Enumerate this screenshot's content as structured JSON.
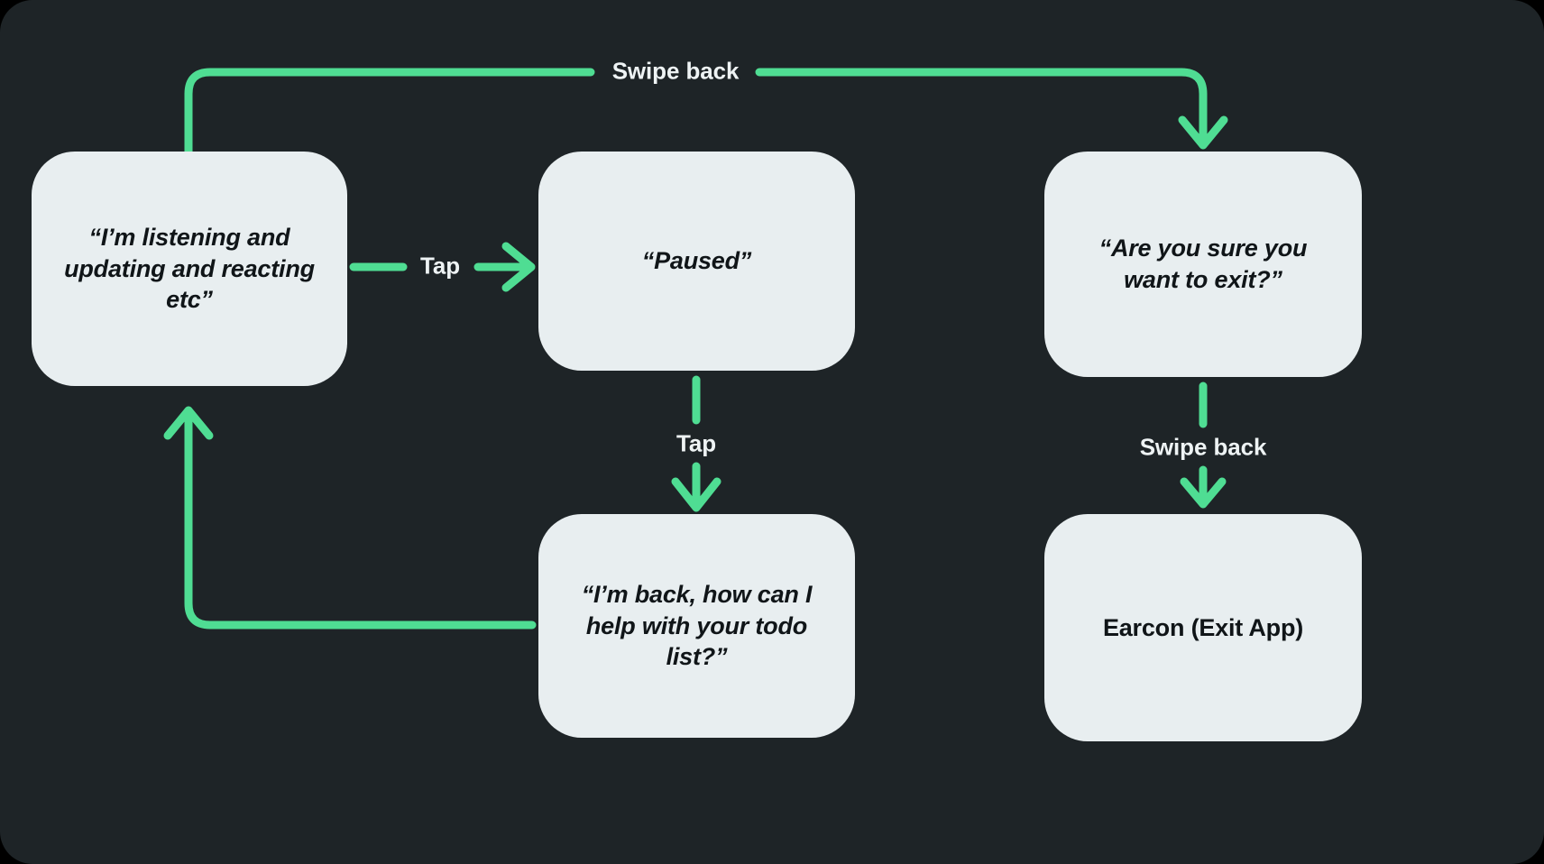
{
  "theme": {
    "canvas_background": "#1e2427",
    "node_fill": "#e8eef0",
    "node_text": "#101518",
    "edge_color": "#4FDD93",
    "edge_label_color": "#eef3f4"
  },
  "diagram": {
    "nodes": [
      {
        "id": "listening",
        "label": "“I’m listening and\nupdating and reacting\netc”",
        "style": "italic"
      },
      {
        "id": "paused",
        "label": "“Paused”",
        "style": "italic"
      },
      {
        "id": "confirm-exit",
        "label": "“Are you sure you\nwant to exit?”",
        "style": "italic"
      },
      {
        "id": "im-back",
        "label": "“I’m back, how can I\nhelp with your todo\nlist?”",
        "style": "italic"
      },
      {
        "id": "earcon",
        "label": "Earcon (Exit App)",
        "style": "upright"
      }
    ],
    "edges": [
      {
        "id": "listening-to-confirm-exit",
        "from": "listening",
        "to": "confirm-exit",
        "label": "Swipe back"
      },
      {
        "id": "listening-to-paused",
        "from": "listening",
        "to": "paused",
        "label": "Tap"
      },
      {
        "id": "paused-to-im-back",
        "from": "paused",
        "to": "im-back",
        "label": "Tap"
      },
      {
        "id": "im-back-to-listening",
        "from": "im-back",
        "to": "listening",
        "label": ""
      },
      {
        "id": "confirm-exit-to-earcon",
        "from": "confirm-exit",
        "to": "earcon",
        "label": "Swipe back"
      }
    ]
  }
}
